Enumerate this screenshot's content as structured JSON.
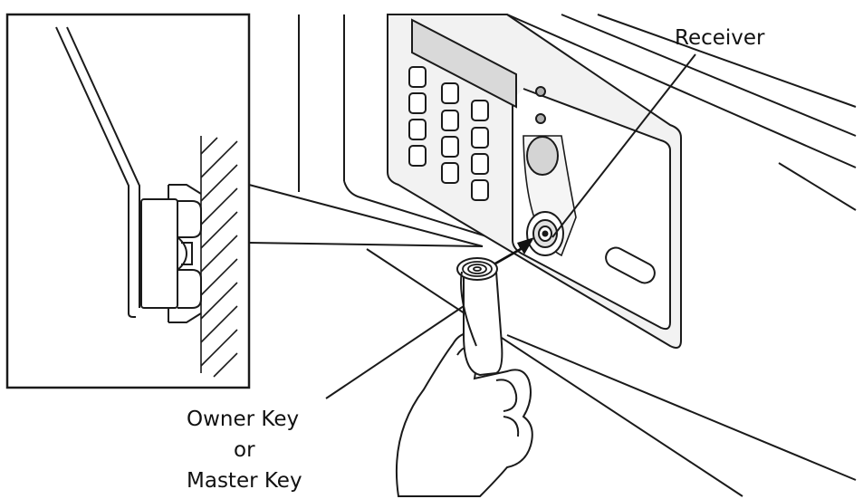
{
  "labels": {
    "receiver": "Receiver",
    "owner_key": "Owner Key",
    "or": "or",
    "master_key": "Master Key"
  },
  "colors": {
    "line": "#1a1a1a",
    "panel_fill": "#f2f2f2",
    "display_fill": "#d9d9d9",
    "background": "#ffffff"
  },
  "icons": {
    "key": "key-fob-icon",
    "arrow": "insert-arrow-icon",
    "hand": "hand-icon"
  }
}
